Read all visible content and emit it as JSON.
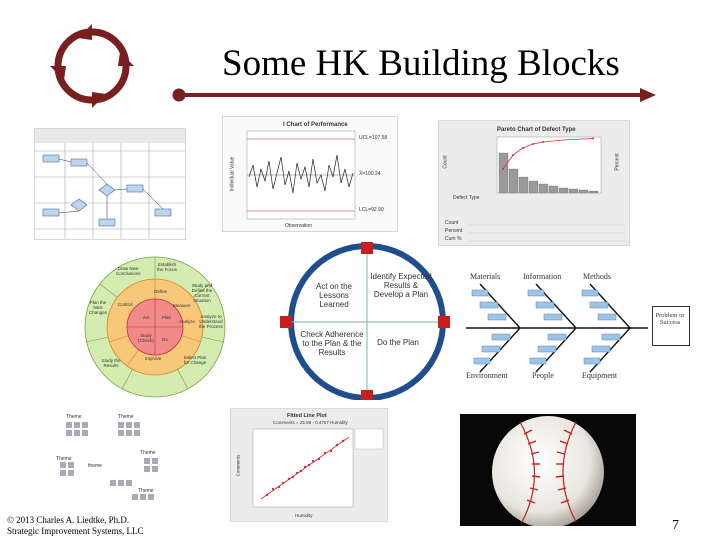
{
  "slide": {
    "title": "Some HK Building Blocks",
    "footer_line1": "© 2013 Charles A. Liedtke, Ph.D.",
    "footer_line2": "Strategic Improvement Systems, LLC",
    "page_number": "7"
  },
  "colors": {
    "accent": "#7a1f1f",
    "pdca_red": "#c81e1e",
    "pdca_blue": "#1f4e8c"
  },
  "images": {
    "flowchart": {
      "icon": "process-flowchart-icon"
    },
    "control_chart": {
      "title": "I Chart of Performance",
      "xlabel": "Observation",
      "ylabel": "Individual Value",
      "ucl": "UCL=107.58",
      "mean": "X̄=100.24",
      "lcl": "LCL=92.90"
    },
    "pareto": {
      "title": "Pareto Chart of Defect Type",
      "ylabel_left": "Count",
      "ylabel_right": "Percent",
      "xlabel": "Defect Type",
      "rows": [
        "Count",
        "Percent",
        "Cum %"
      ]
    },
    "wheel": {
      "outer": [
        "Establish the Focus",
        "Study and Define the Current Situation",
        "Analyze to Understand the Process",
        "Select Plan for Change",
        "Study the Results",
        "Plan the Next Changes",
        "Draw New Conclusions"
      ],
      "middle": [
        "Define",
        "Measure",
        "Analyze",
        "Improve",
        "Control"
      ],
      "inner": [
        "Act",
        "Plan",
        "Do",
        "Study (Check)"
      ]
    },
    "pdca": {
      "act": "Act on the Lessons Learned",
      "plan": "Identify Expected Results & Develop a Plan",
      "check": "Check Adherence to the Plan & the Results",
      "do": "Do the Plan"
    },
    "fishbone": {
      "top": [
        "Materials",
        "Information",
        "Methods"
      ],
      "bottom": [
        "Environment",
        "People",
        "Equipment"
      ],
      "effect": "Problem or Success"
    },
    "room": {
      "labels": [
        "Theme",
        "Theme",
        "Theme",
        "theme",
        "Theme",
        "Theme"
      ]
    },
    "scatter": {
      "title": "Fitted Line Plot",
      "subtitle": "Comments = 25.59 - 0.4757 Humidity",
      "xlabel": "Humidity",
      "ylabel": "Comments"
    },
    "baseball": {
      "icon": "baseball-icon"
    }
  }
}
